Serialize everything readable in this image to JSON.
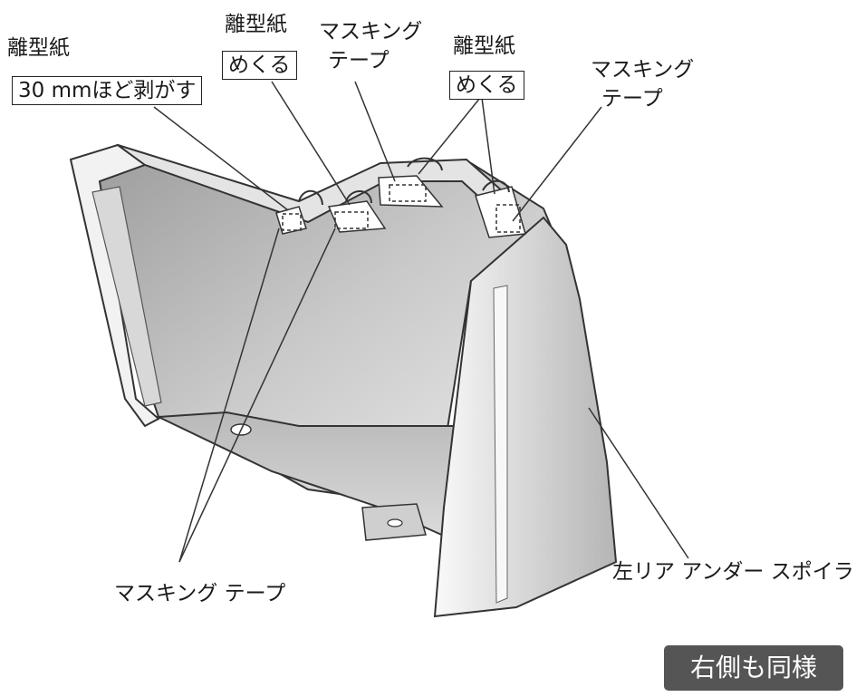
{
  "labels": {
    "release_paper_1": "離型紙",
    "peel_30mm": "30 mmほど剥がす",
    "release_paper_2": "離型紙",
    "flip_1": "めくる",
    "masking_tape_top_1_line1": "マスキング",
    "masking_tape_top_1_line2": "テープ",
    "release_paper_3": "離型紙",
    "flip_2": "めくる",
    "masking_tape_top_2_line1": "マスキング",
    "masking_tape_top_2_line2": "テープ",
    "masking_tape_bottom": "マスキング テープ",
    "part_name": "左リア アンダー スポイラー"
  },
  "badge": {
    "text": "右側も同様",
    "color": "#555555"
  },
  "colors": {
    "part_fill_light": "#e6e6e6",
    "part_fill_mid": "#bdbdbd",
    "part_fill_dark": "#8a8a8a",
    "outline": "#333333"
  }
}
